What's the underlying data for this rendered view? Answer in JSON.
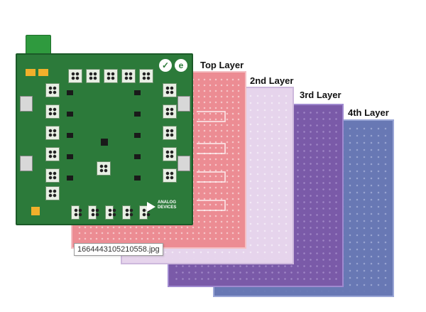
{
  "image": {
    "caption": "1664443105210558.jpg",
    "layers": [
      {
        "label": "Top Layer"
      },
      {
        "label": "2nd Layer"
      },
      {
        "label": "3rd Layer"
      },
      {
        "label": "4th Layer"
      }
    ],
    "colors": {
      "board": "#2c7a3a",
      "top_layer": "#ec8c93",
      "second_layer": "#e6d4ec",
      "third_layer": "#7a5aa8",
      "fourth_layer": "#6878b4"
    },
    "board_logo": [
      "ANALOG",
      "DEVICES"
    ]
  }
}
